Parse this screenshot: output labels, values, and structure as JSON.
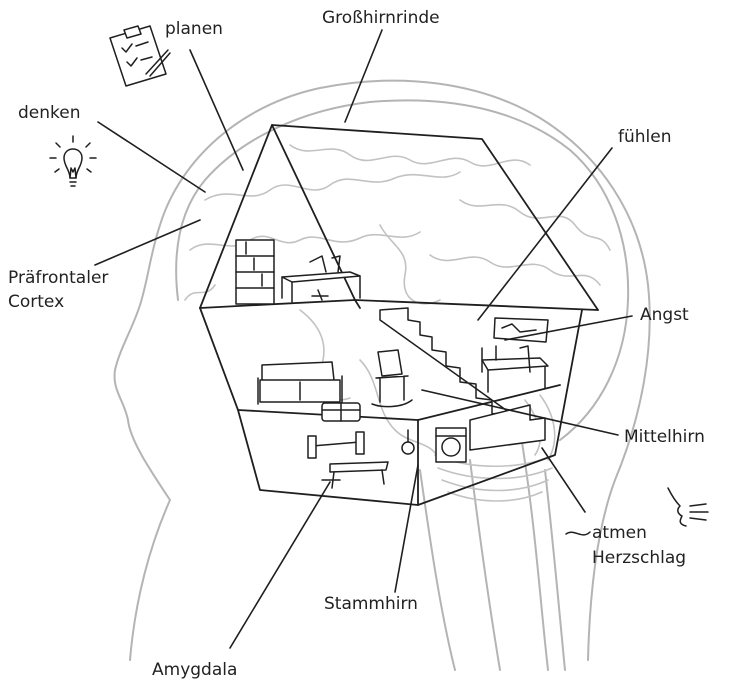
{
  "labels": {
    "grosshirnrinde": "Großhirnrinde",
    "planen": "planen",
    "denken": "denken",
    "praefrontaler_1": "Präfrontaler",
    "praefrontaler_2": "Cortex",
    "fuehlen": "fühlen",
    "angst": "Angst",
    "mittelhirn": "Mittelhirn",
    "atmen": "atmen",
    "herzschlag": "Herzschlag",
    "stammhirn": "Stammhirn",
    "amygdala": "Amygdala"
  },
  "colors": {
    "ink": "#1f1f1f",
    "brain_outline": "#b4b4b4",
    "background": "#ffffff"
  },
  "icons": [
    "clipboard-icon",
    "lightbulb-icon",
    "breath-face-icon"
  ]
}
